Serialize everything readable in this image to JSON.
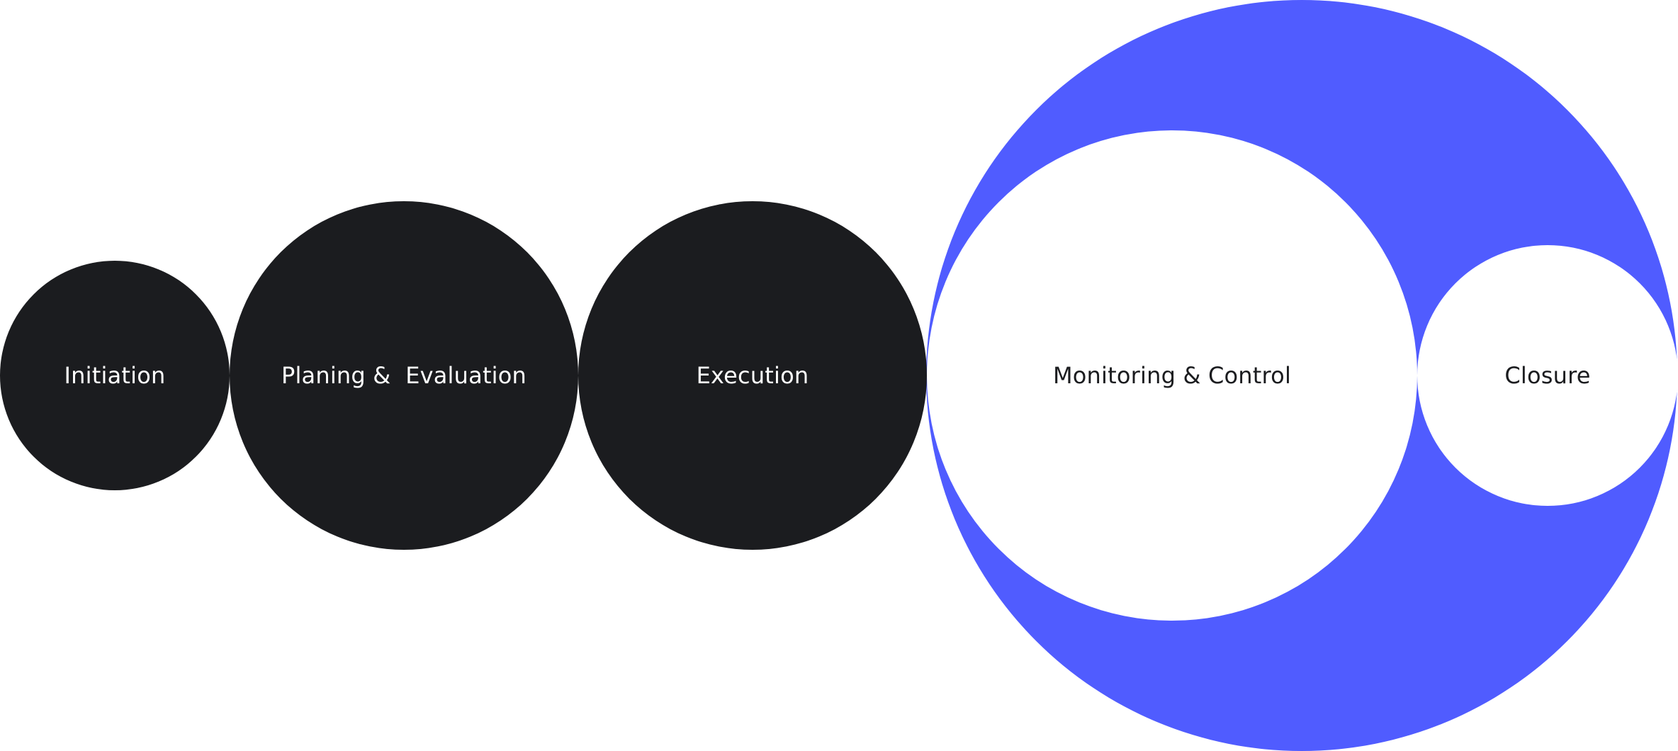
{
  "colors": {
    "dark_circle": "#1b1c1f",
    "accent_blue": "#505cff",
    "background": "#ffffff",
    "text_light": "#ffffff",
    "text_dark": "#1b1c1f"
  },
  "stages": [
    {
      "label": "Initiation"
    },
    {
      "label": "Planing &  Evaluation"
    },
    {
      "label": "Execution"
    },
    {
      "label": "Monitoring & Control"
    },
    {
      "label": "Closure"
    }
  ]
}
